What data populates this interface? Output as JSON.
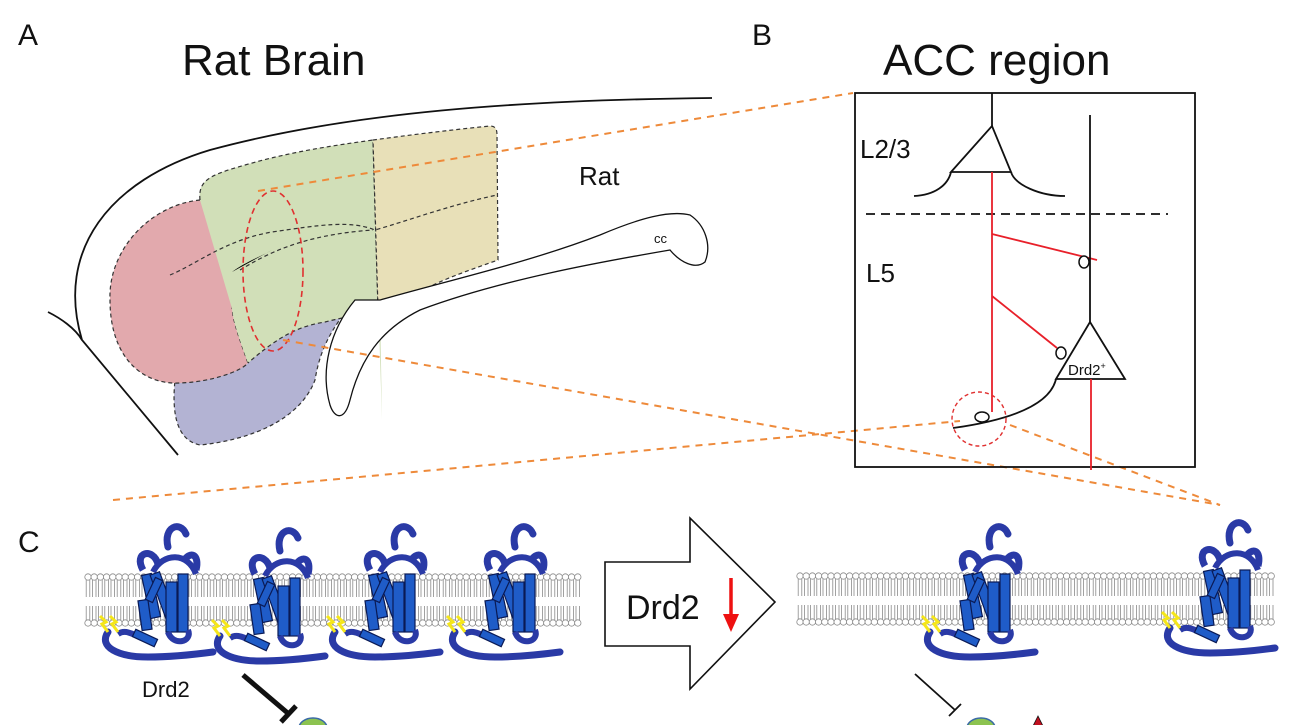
{
  "panels": {
    "a": {
      "letter": "A",
      "title": "Rat Brain",
      "species_label": "Rat",
      "cc_label": "cc",
      "region_colors": {
        "frontal": "#e2a9ad",
        "middle": "#d1dfb8",
        "rear": "#e8e0b8",
        "ventral": "#b3b3d3"
      },
      "highlight_color": "#e03030",
      "connector_color": "#ee8a3a"
    },
    "b": {
      "letter": "B",
      "title": "ACC region",
      "layer_top": "L2/3",
      "layer_bottom": "L5",
      "neuron_label": "Drd2",
      "neuron_label_sup": "+",
      "axon_color": "#e8202a"
    },
    "c": {
      "letter": "C",
      "receptor_label": "Drd2",
      "arrow_label": "Drd2",
      "arrow_indicator": "decrease",
      "receptor_count_before": 4,
      "receptor_count_after": 2,
      "receptor_color": "#2a3aa6",
      "helix_color": "#1f5cc8",
      "disulfide_color": "#f5e61a",
      "down_arrow_color": "#ee1111"
    }
  }
}
